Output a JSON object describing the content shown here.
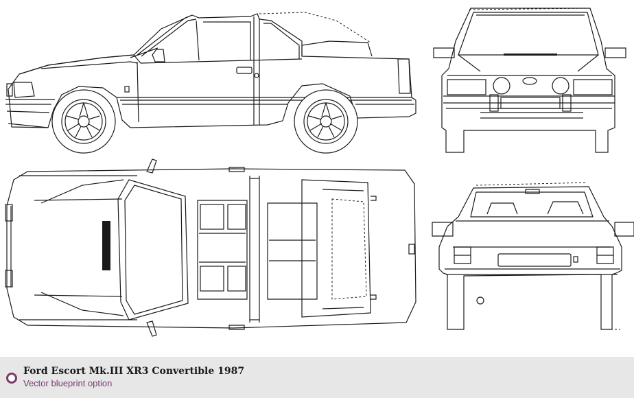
{
  "footer": {
    "title": "Ford Escort Mk.III XR3 Convertible 1987",
    "subtitle": "Vector blueprint option",
    "accent_color": "#7a3b6b",
    "bullet_icon": "circle-bullet-icon"
  },
  "blueprint": {
    "views": [
      "side",
      "front",
      "top",
      "rear"
    ]
  }
}
